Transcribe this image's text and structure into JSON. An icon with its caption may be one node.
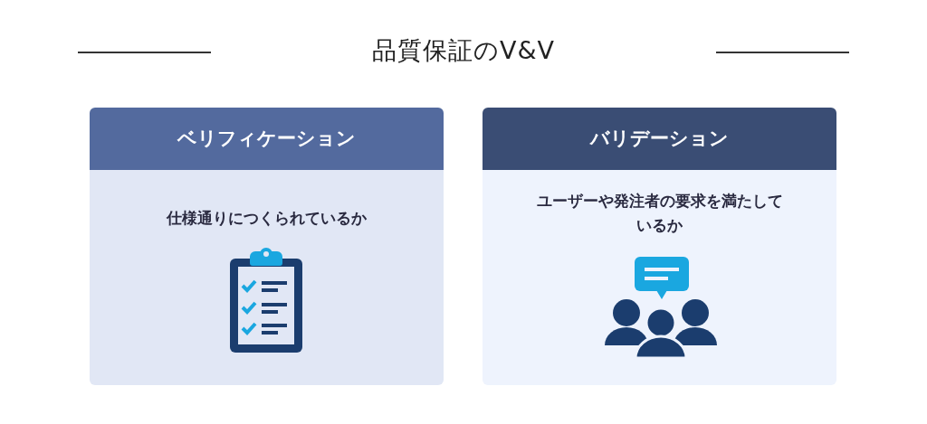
{
  "diagram": {
    "title": "品質保証のV&V",
    "nodes": [
      {
        "text": [
          "ベリフィケーション",
          "仕様通りにつくられているか"
        ]
      },
      {
        "text": [
          "バリデーション",
          "ユーザーや発注者の要求を満たしているか"
        ]
      }
    ]
  }
}
